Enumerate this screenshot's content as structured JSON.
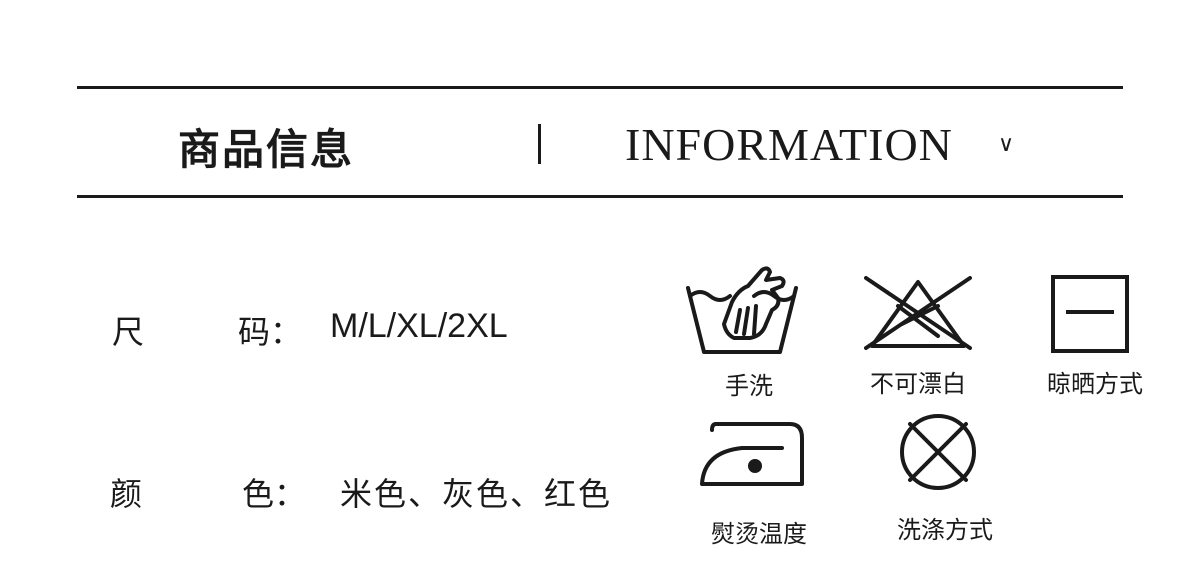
{
  "header": {
    "title_cn": "商品信息",
    "separator": "|",
    "title_en": "INFORMATION",
    "chevron": "∨"
  },
  "specs": {
    "size": {
      "label_char1": "尺",
      "label_char2": "码：",
      "value": "M/L/XL/2XL"
    },
    "color": {
      "label_char1": "颜",
      "label_char2": "色：",
      "value": "米色、灰色、红色"
    }
  },
  "care": [
    {
      "icon": "hand-wash-icon",
      "caption": "手洗"
    },
    {
      "icon": "no-bleach-icon",
      "caption": "不可漂白"
    },
    {
      "icon": "line-dry-icon",
      "caption": "晾晒方式"
    },
    {
      "icon": "iron-low-temp-icon",
      "caption": "熨烫温度"
    },
    {
      "icon": "no-dry-clean-icon",
      "caption": "洗涤方式"
    }
  ],
  "colors": {
    "ink": "#1a1a1a",
    "background": "#ffffff"
  }
}
